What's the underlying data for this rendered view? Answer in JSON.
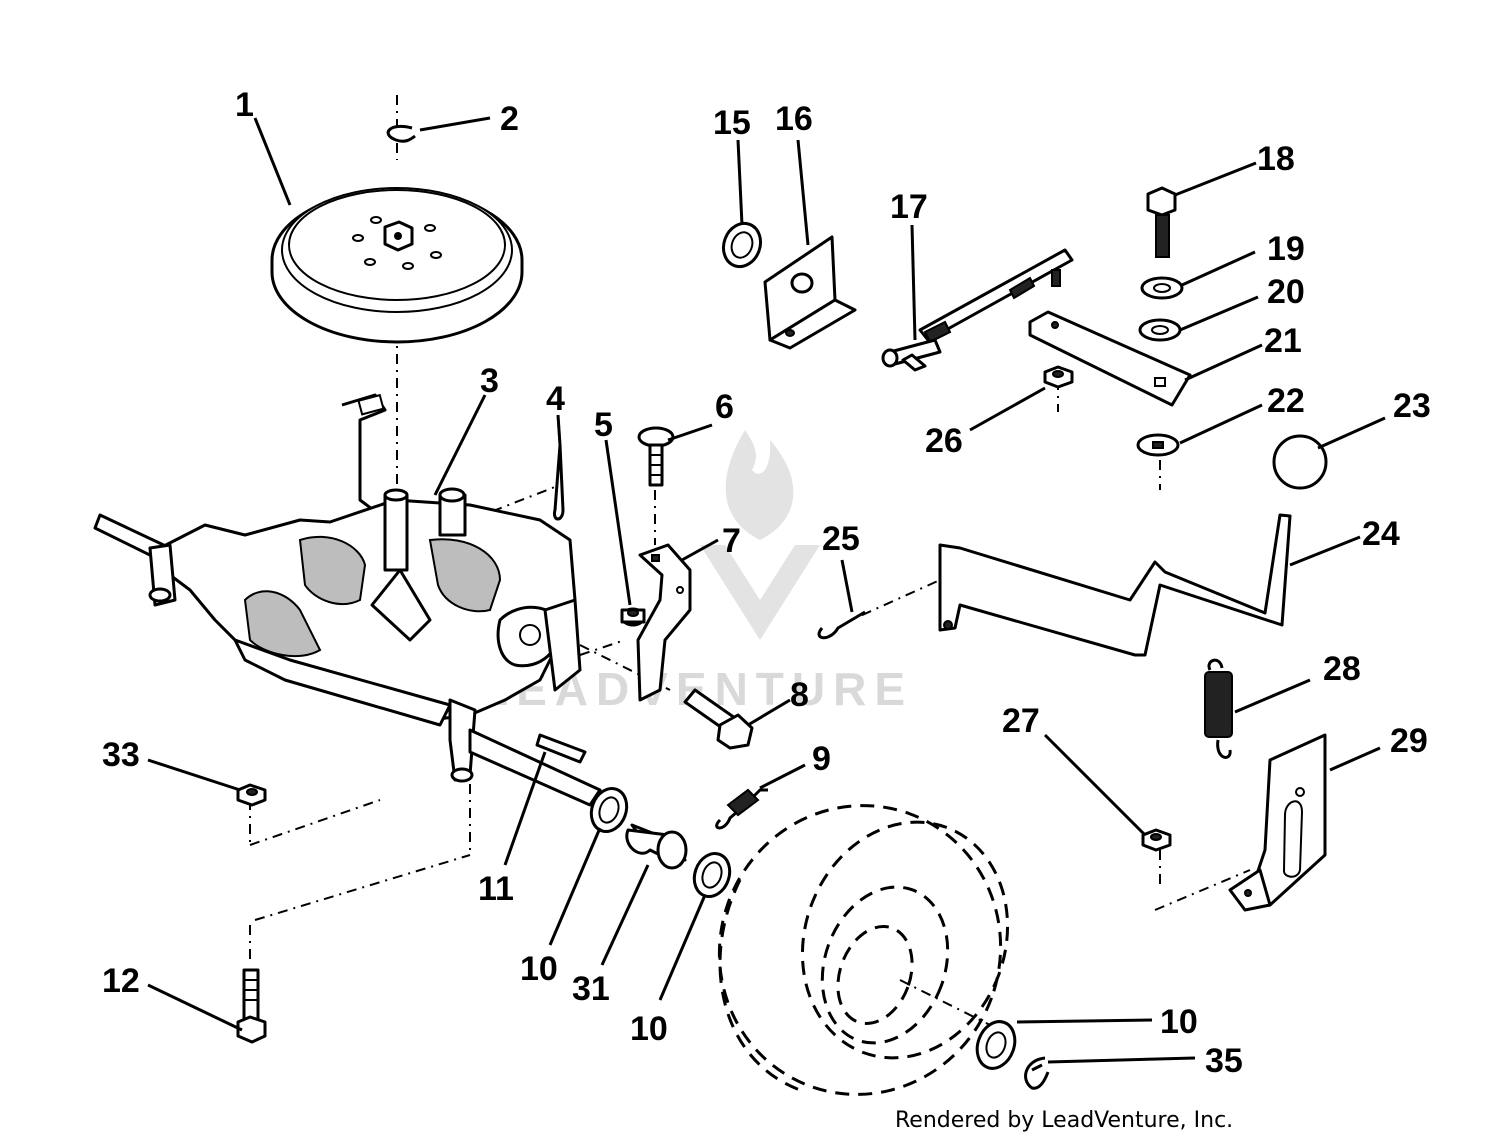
{
  "watermark": {
    "brand_text": "LEADVENTURE"
  },
  "footer": {
    "credit": "Rendered by LeadVenture, Inc."
  },
  "callouts": [
    {
      "id": "c1",
      "label": "1"
    },
    {
      "id": "c2",
      "label": "2"
    },
    {
      "id": "c3",
      "label": "3"
    },
    {
      "id": "c4",
      "label": "4"
    },
    {
      "id": "c5",
      "label": "5"
    },
    {
      "id": "c6",
      "label": "6"
    },
    {
      "id": "c7",
      "label": "7"
    },
    {
      "id": "c8",
      "label": "8"
    },
    {
      "id": "c9",
      "label": "9"
    },
    {
      "id": "c10a",
      "label": "10"
    },
    {
      "id": "c10b",
      "label": "10"
    },
    {
      "id": "c10c",
      "label": "10"
    },
    {
      "id": "c11",
      "label": "11"
    },
    {
      "id": "c12",
      "label": "12"
    },
    {
      "id": "c15",
      "label": "15"
    },
    {
      "id": "c16",
      "label": "16"
    },
    {
      "id": "c17",
      "label": "17"
    },
    {
      "id": "c18",
      "label": "18"
    },
    {
      "id": "c19",
      "label": "19"
    },
    {
      "id": "c20",
      "label": "20"
    },
    {
      "id": "c21",
      "label": "21"
    },
    {
      "id": "c22",
      "label": "22"
    },
    {
      "id": "c23",
      "label": "23"
    },
    {
      "id": "c24",
      "label": "24"
    },
    {
      "id": "c25",
      "label": "25"
    },
    {
      "id": "c26",
      "label": "26"
    },
    {
      "id": "c27",
      "label": "27"
    },
    {
      "id": "c28",
      "label": "28"
    },
    {
      "id": "c29",
      "label": "29"
    },
    {
      "id": "c31",
      "label": "31"
    },
    {
      "id": "c33",
      "label": "33"
    },
    {
      "id": "c35",
      "label": "35"
    }
  ]
}
